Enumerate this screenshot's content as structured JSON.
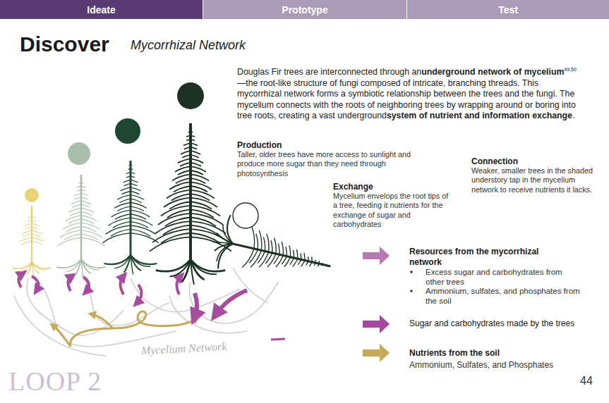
{
  "diagram": {
    "title": "Discover",
    "nodes": [
      {
        "text": [
          "Ideate"
        ]
      },
      {
        "text": [
          "Prototype"
        ]
      },
      {
        "text": [
          "Test"
        ]
      }
    ],
    "labels": [
      "Mycorrhizal Network",
      "Douglas Fir trees are interconnected through an",
      "underground network of mycelium",
      "49,50",
      "—the root-like structure of fungi composed of intricate, branching threads. This mycorrhizal network forms a symbiotic relationship between the trees and the fungi. The mycelium connects with the roots of neighboring trees by wrapping around or boring into tree roots, creating a vast underground",
      "system of nutrient and information exchange",
      ".",
      "Production",
      "Taller, older trees have more access to sunlight and produce more sugar than they need through photosynthesis",
      "Exchange",
      "Mycelium envelops the root tips of a tree, feeding it nutrients for the exchange of sugar and carbohydrates",
      "Connection",
      "Weaker, smaller trees in the shaded understory tap in the mycelium network to receive nutrients it lacks.",
      "Excess sugar and carbohydrates from other trees",
      "Ammonium, sulfates, and phosphates from the soil",
      "Ammonium, Sulfates, and Phosphates",
      "Mycelium Network",
      "LOOP 2",
      "44"
    ],
    "legend": [
      {
        "text": "Resources from the mycorrhizal network"
      },
      {
        "text": "Sugar and carbohydrates made by the trees"
      },
      {
        "text": "Nutrients from the soil"
      }
    ]
  }
}
